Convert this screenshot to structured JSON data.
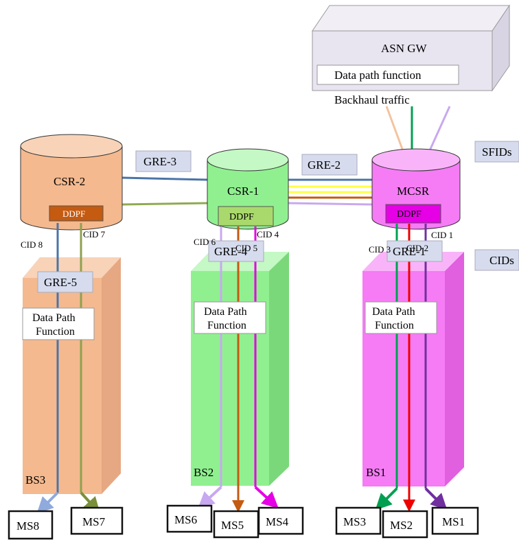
{
  "asn_gw": {
    "title": "ASN GW",
    "function": "Data path function",
    "backhaul": "Backhaul traffic"
  },
  "routers": {
    "csr2": {
      "name": "CSR-2",
      "ddpf": "DDPF"
    },
    "csr1": {
      "name": "CSR-1",
      "ddpf": "DDPF"
    },
    "mcsr": {
      "name": "MCSR",
      "ddpf": "DDPF"
    }
  },
  "gre": {
    "gre1": "GRE-1",
    "gre2": "GRE-2",
    "gre3": "GRE-3",
    "gre4": "GRE-4",
    "gre5": "GRE-5"
  },
  "legend": {
    "sfids": "SFIDs",
    "cids": "CIDs"
  },
  "cids": {
    "cid1": "CID 1",
    "cid2": "CID 2",
    "cid3": "CID 3",
    "cid4": "CID 4",
    "cid5": "CID 5",
    "cid6": "CID 6",
    "cid7": "CID 7",
    "cid8": "CID 8"
  },
  "base_stations": {
    "bs1": {
      "name": "BS1",
      "dp_line1": "Data Path",
      "dp_line2": "Function"
    },
    "bs2": {
      "name": "BS2",
      "dp_line1": "Data Path",
      "dp_line2": "Function"
    },
    "bs3": {
      "name": "BS3",
      "dp_line1": "Data Path",
      "dp_line2": "Function"
    }
  },
  "mobile_stations": {
    "ms1": "MS1",
    "ms2": "MS2",
    "ms3": "MS3",
    "ms4": "MS4",
    "ms5": "MS5",
    "ms6": "MS6",
    "ms7": "MS7",
    "ms8": "MS8"
  },
  "colors": {
    "csr2": "#f4b98f",
    "csr1": "#90f090",
    "mcsr": "#f57cf5",
    "ddpf_csr2": "#c55a11",
    "ddpf_csr1": "#a9d96c",
    "ddpf_mcsr": "#e600e6",
    "tag_fill": "#d6dcee",
    "asn_fill": "#e8e4f0"
  }
}
